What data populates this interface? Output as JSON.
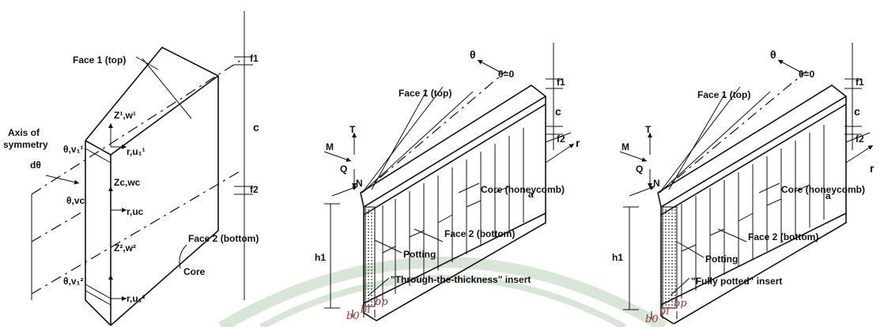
{
  "watermark": {
    "color": "#d8e6d8"
  },
  "fig1": {
    "face1": "Face 1 (top)",
    "axis_line1": "Axis of",
    "axis_line2": "symmetry",
    "dtheta": "dθ",
    "f1": "f1",
    "c": "c",
    "f2": "f2",
    "z1w1": "Z¹,w¹",
    "theta_v1": "θ,v₁¹",
    "r_u1": "r,u₁¹",
    "zc_wc": "Zc,wc",
    "theta_vc": "θ,vc",
    "r_uc": "r,uc",
    "z2w2": "Z²,w²",
    "theta_v2": "θ,v₁²",
    "r_u2": "r,u₁²",
    "core": "Core",
    "face2": "Face 2 (bottom)"
  },
  "fig2": {
    "theta": "θ",
    "theta0": "θ=0",
    "face1": "Face 1 (top)",
    "T": "T",
    "M": "M",
    "Q": "Q",
    "N": "N",
    "f1": "f1",
    "c": "c",
    "f2": "f2",
    "r": "r",
    "a": "a",
    "core": "Core (honeycomb)",
    "face2": "Face 2 (bottom)",
    "potting": "Potting",
    "h1": "h1",
    "insert": "\"Through-the-thickness\" insert",
    "b0": "b0",
    "bi": "bi",
    "bp": "bp"
  },
  "fig3": {
    "theta": "θ",
    "theta0": "θ=0",
    "face1": "Face 1 (top)",
    "T": "T",
    "M": "M",
    "Q": "Q",
    "N": "N",
    "f1": "f1",
    "c": "c",
    "f2": "f2",
    "r": "r",
    "a": "a",
    "core": "Core (honeycomb)",
    "face2": "Face 2 (bottom)",
    "potting": "Potting",
    "h1": "h1",
    "insert": "\"Fully potted\" insert",
    "b0": "b0",
    "bi": "bi",
    "bp": "bp"
  }
}
